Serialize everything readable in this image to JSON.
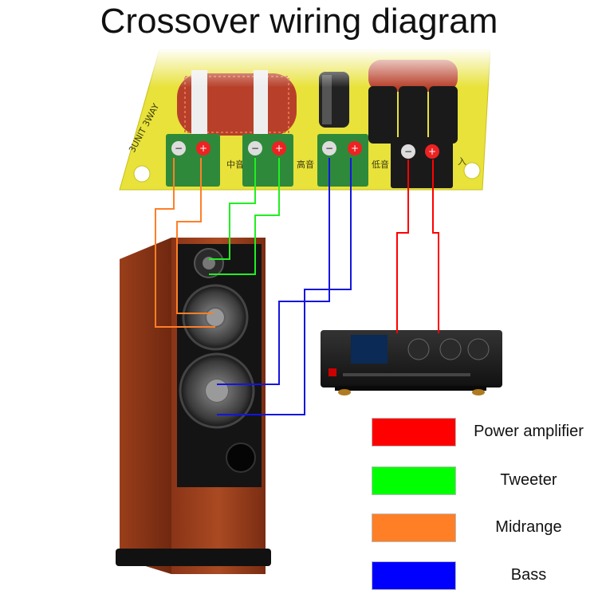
{
  "title": "Crossover wiring diagram",
  "board": {
    "silkscreen_model": "3UNIT 3WAY",
    "label_mid": "中音",
    "label_high": "高音",
    "label_low": "低音",
    "label_input": "入"
  },
  "legend": [
    {
      "label": "Power amplifier",
      "color": "#ff0000"
    },
    {
      "label": "Tweeter",
      "color": "#00ff00"
    },
    {
      "label": "Midrange",
      "color": "#ff7f27"
    },
    {
      "label": "Bass",
      "color": "#0000ff"
    }
  ],
  "wire_colors": {
    "power": "#ff0000",
    "tweeter": "#22ee22",
    "midrange": "#ff7f27",
    "bass": "#1515e0"
  }
}
